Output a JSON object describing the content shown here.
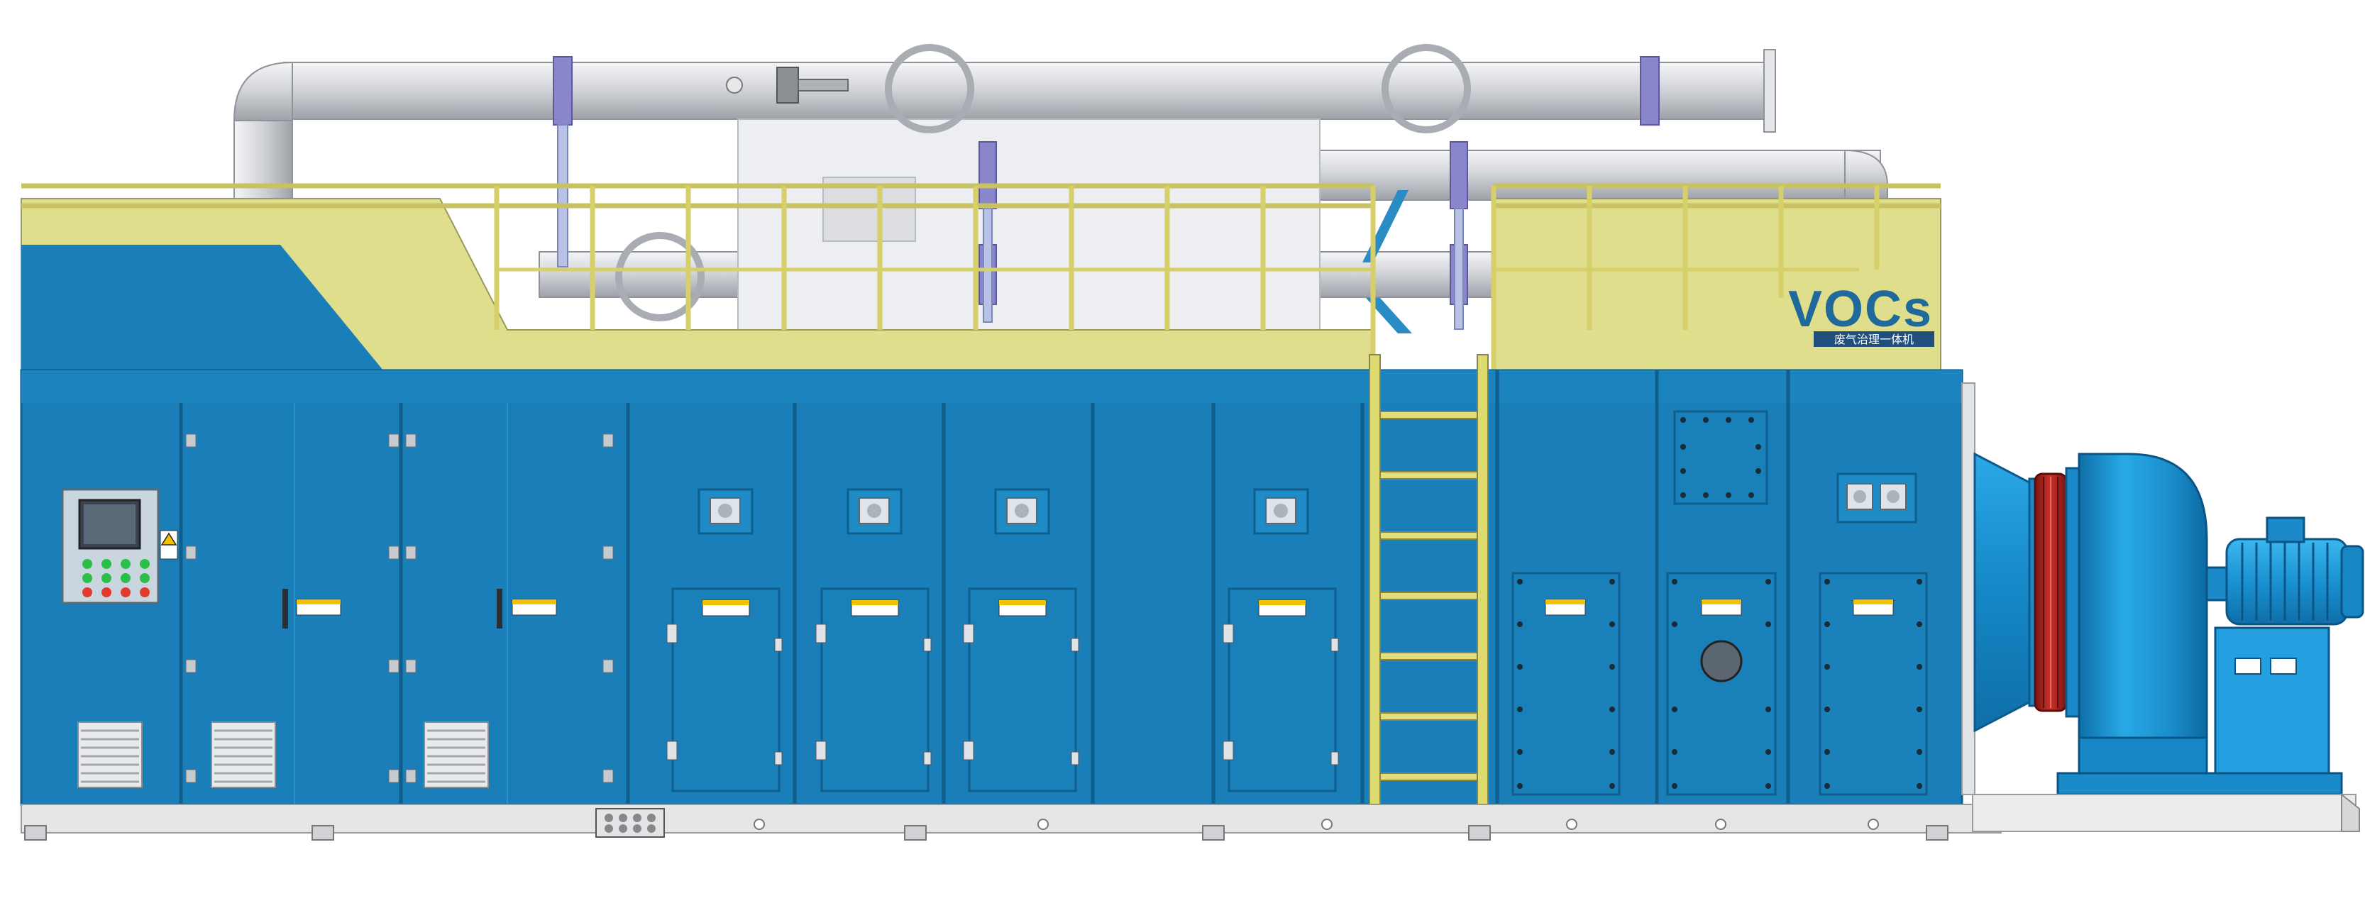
{
  "brand": {
    "logo_text": "VOCs",
    "subtitle": "废气治理一体机"
  },
  "colors": {
    "cabinet_blue": "#1a7fb8",
    "cabinet_blue_dark": "#146a9c",
    "deck_yellow": "#dede8c",
    "rail_yellow": "#e8e07a",
    "pipe_silver": "#d2d4d8",
    "fan_blue": "#1fa0de",
    "base_grey": "#e6e6e6",
    "logo_navy": "#1f6a9a"
  },
  "equipment": {
    "access_doors": [
      {
        "id": "door-1"
      },
      {
        "id": "door-2"
      },
      {
        "id": "door-3"
      },
      {
        "id": "door-4"
      },
      {
        "id": "door-5"
      },
      {
        "id": "door-6"
      },
      {
        "id": "door-7"
      },
      {
        "id": "door-8"
      },
      {
        "id": "door-9"
      }
    ],
    "vent_louvers": 3,
    "ladder_rungs": 7,
    "motor": "electric-motor",
    "fan": "centrifugal-fan",
    "control_panel": "control-panel"
  }
}
